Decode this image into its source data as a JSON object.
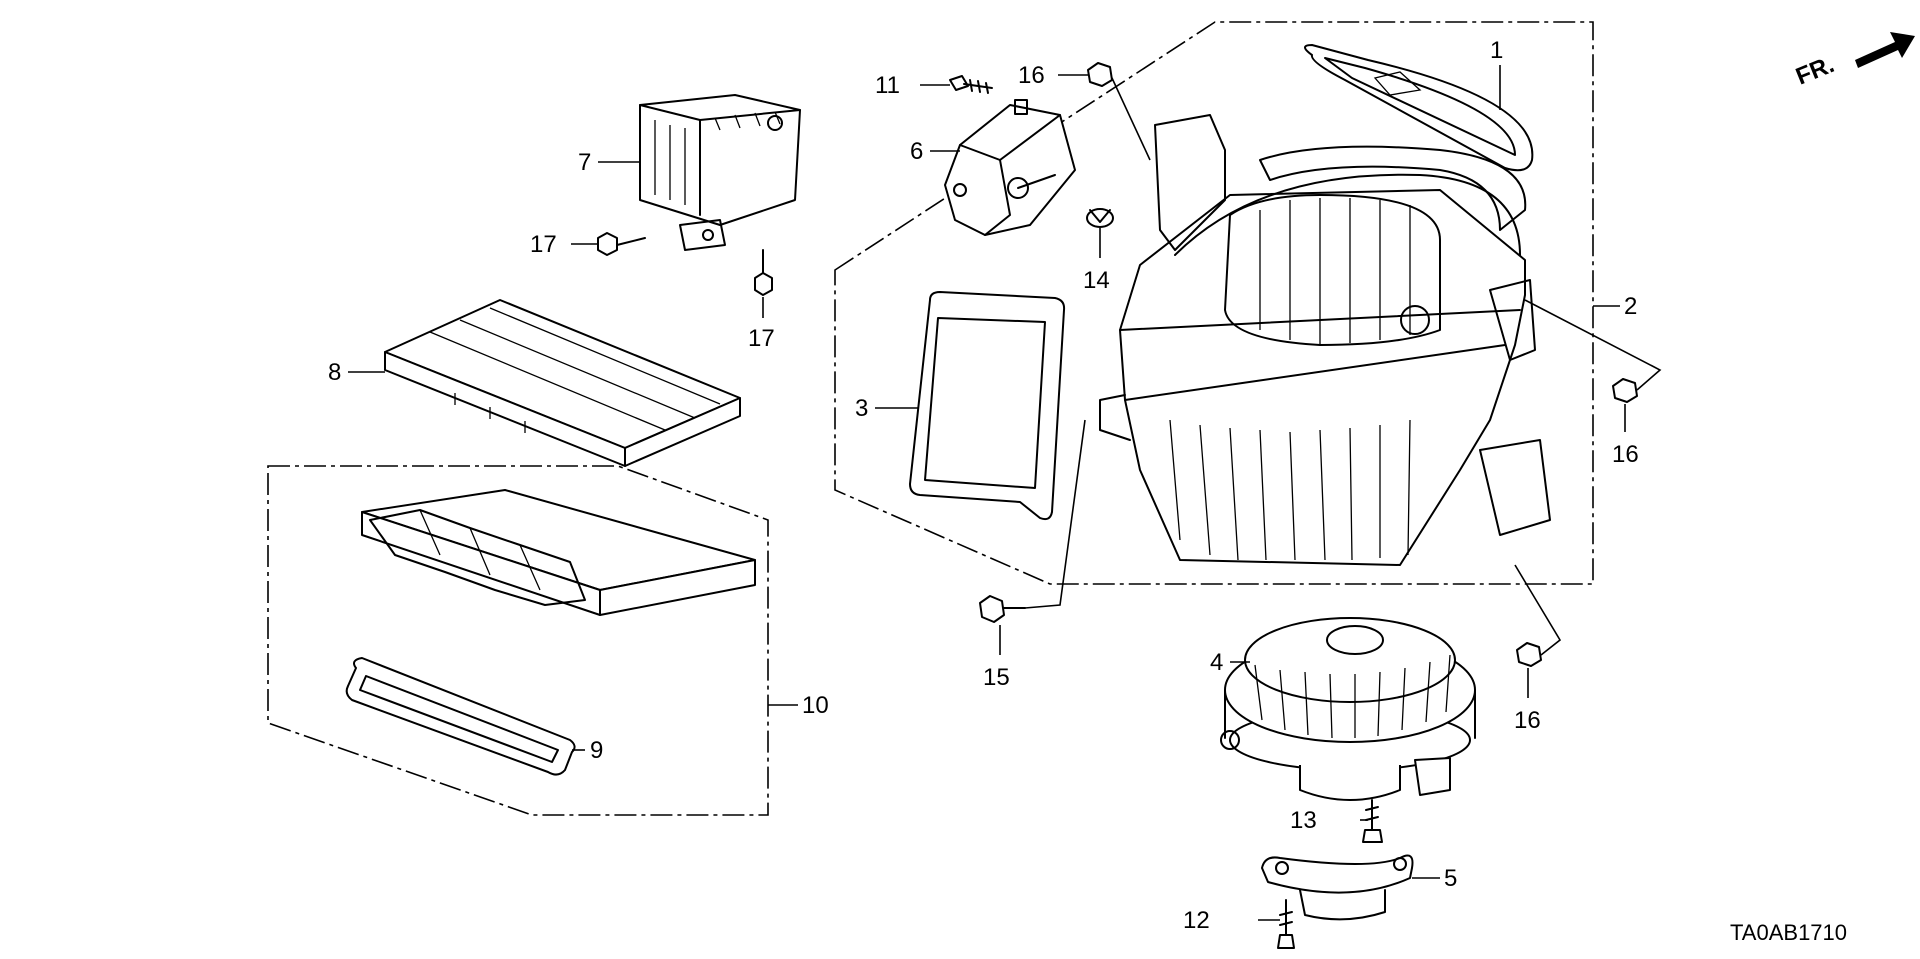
{
  "diagram": {
    "code": "TA0AB1710",
    "front_indicator": "FR.",
    "callouts": [
      {
        "id": "1",
        "text": "1"
      },
      {
        "id": "2",
        "text": "2"
      },
      {
        "id": "3",
        "text": "3"
      },
      {
        "id": "4",
        "text": "4"
      },
      {
        "id": "5",
        "text": "5"
      },
      {
        "id": "6",
        "text": "6"
      },
      {
        "id": "7",
        "text": "7"
      },
      {
        "id": "8",
        "text": "8"
      },
      {
        "id": "9",
        "text": "9"
      },
      {
        "id": "10",
        "text": "10"
      },
      {
        "id": "11",
        "text": "11"
      },
      {
        "id": "12",
        "text": "12"
      },
      {
        "id": "13",
        "text": "13"
      },
      {
        "id": "14",
        "text": "14"
      },
      {
        "id": "15",
        "text": "15"
      },
      {
        "id": "16a",
        "text": "16"
      },
      {
        "id": "16b",
        "text": "16"
      },
      {
        "id": "16c",
        "text": "16"
      },
      {
        "id": "17a",
        "text": "17"
      },
      {
        "id": "17b",
        "text": "17"
      }
    ]
  }
}
